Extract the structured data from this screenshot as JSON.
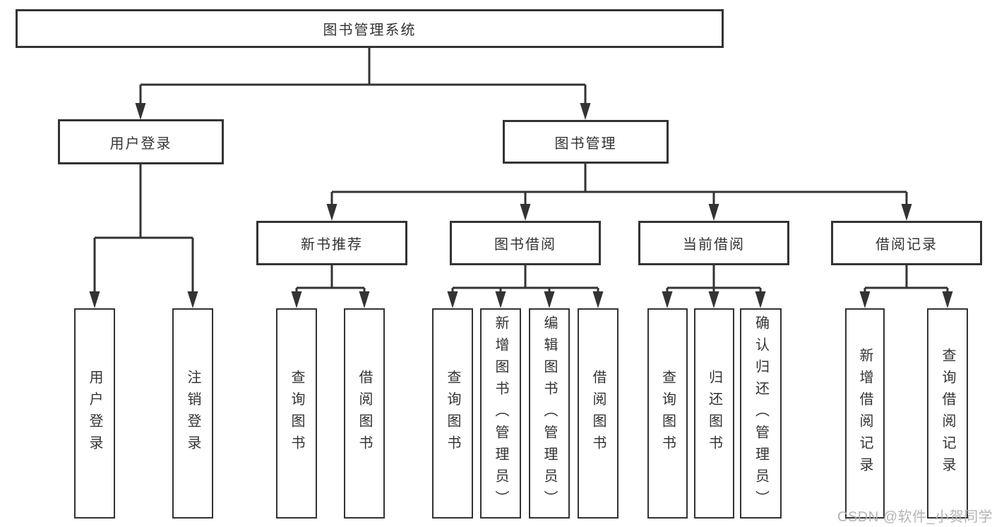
{
  "tree": {
    "label": "图书管理系统",
    "children": [
      {
        "label": "用户登录",
        "children": [
          {
            "label": "用户登录"
          },
          {
            "label": "注销登录"
          }
        ]
      },
      {
        "label": "图书管理",
        "children": [
          {
            "label": "新书推荐",
            "children": [
              {
                "label": "查询图书"
              },
              {
                "label": "借阅图书"
              }
            ]
          },
          {
            "label": "图书借阅",
            "children": [
              {
                "label": "查询图书"
              },
              {
                "label": "新增图书（管理员）"
              },
              {
                "label": "编辑图书（管理员）"
              },
              {
                "label": "借阅图书"
              }
            ]
          },
          {
            "label": "当前借阅",
            "children": [
              {
                "label": "查询图书"
              },
              {
                "label": "归还图书"
              },
              {
                "label": "确认归还（管理员）"
              }
            ]
          },
          {
            "label": "借阅记录",
            "children": [
              {
                "label": "新增借阅记录"
              },
              {
                "label": "查询借阅记录"
              }
            ]
          }
        ]
      }
    ]
  },
  "watermark": "CSDN @软件_小贺同学",
  "colors": {
    "line": "#333333",
    "box_border": "#333333",
    "text": "#333333",
    "watermark": "#afb0b6",
    "background": "#ffffff"
  }
}
